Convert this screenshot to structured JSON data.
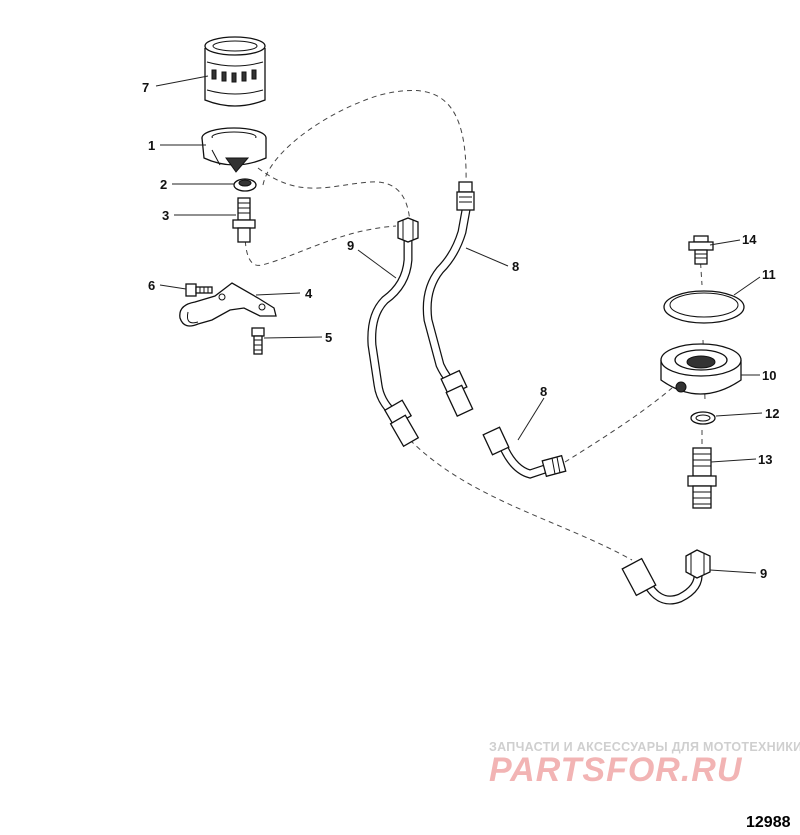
{
  "callouts": [
    {
      "id": "c7",
      "label": "7"
    },
    {
      "id": "c1",
      "label": "1"
    },
    {
      "id": "c2",
      "label": "2"
    },
    {
      "id": "c3",
      "label": "3"
    },
    {
      "id": "c6",
      "label": "6"
    },
    {
      "id": "c4",
      "label": "4"
    },
    {
      "id": "c5",
      "label": "5"
    },
    {
      "id": "c9a",
      "label": "9"
    },
    {
      "id": "c8a",
      "label": "8"
    },
    {
      "id": "c8b",
      "label": "8"
    },
    {
      "id": "c9b",
      "label": "9"
    },
    {
      "id": "c14",
      "label": "14"
    },
    {
      "id": "c11",
      "label": "11"
    },
    {
      "id": "c10",
      "label": "10"
    },
    {
      "id": "c12",
      "label": "12"
    },
    {
      "id": "c13",
      "label": "13"
    }
  ],
  "watermark": {
    "tagline": "ЗАПЧАСТИ И АКСЕССУАРЫ ДЛЯ МОТОТЕХНИКИ",
    "brand": "PARTSFOR.RU"
  },
  "figure_number": "12988"
}
